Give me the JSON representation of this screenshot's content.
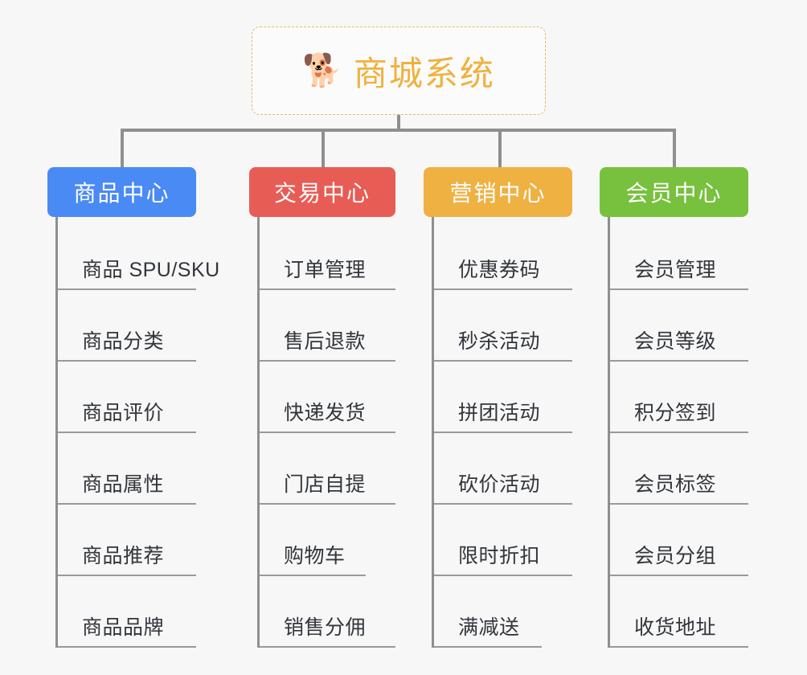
{
  "diagram": {
    "type": "mind-map",
    "background_color": "#f7f7f7",
    "root": {
      "icon": "shiba-dog-face-emoji",
      "icon_glyph": "🐕",
      "title": "商城系统",
      "border_color": "#e8b964",
      "text_color": "#efb13e",
      "border_style": "dashed"
    },
    "branches": [
      {
        "id": "product-center",
        "label": "商品中心",
        "color": "#4a8af4",
        "items": [
          {
            "label": "商品 SPU/SKU",
            "short": false
          },
          {
            "label": "商品分类",
            "short": false
          },
          {
            "label": "商品评价",
            "short": false
          },
          {
            "label": "商品属性",
            "short": false
          },
          {
            "label": "商品推荐",
            "short": false
          },
          {
            "label": "商品品牌",
            "short": false
          }
        ]
      },
      {
        "id": "trade-center",
        "label": "交易中心",
        "color": "#e85c56",
        "items": [
          {
            "label": "订单管理",
            "short": false
          },
          {
            "label": "售后退款",
            "short": false
          },
          {
            "label": "快递发货",
            "short": false
          },
          {
            "label": "门店自提",
            "short": false
          },
          {
            "label": "购物车",
            "short": true
          },
          {
            "label": "销售分佣",
            "short": false
          }
        ]
      },
      {
        "id": "marketing-center",
        "label": "营销中心",
        "color": "#eeb142",
        "items": [
          {
            "label": "优惠券码",
            "short": false
          },
          {
            "label": "秒杀活动",
            "short": false
          },
          {
            "label": "拼团活动",
            "short": false
          },
          {
            "label": "砍价活动",
            "short": false
          },
          {
            "label": "限时折扣",
            "short": false
          },
          {
            "label": "满减送",
            "short": true
          }
        ]
      },
      {
        "id": "member-center",
        "label": "会员中心",
        "color": "#77c13e",
        "items": [
          {
            "label": "会员管理",
            "short": false
          },
          {
            "label": "会员等级",
            "short": false
          },
          {
            "label": "积分签到",
            "short": false
          },
          {
            "label": "会员标签",
            "short": false
          },
          {
            "label": "会员分组",
            "short": false
          },
          {
            "label": "收货地址",
            "short": false
          }
        ]
      }
    ],
    "connector_color": "#8f8f8f"
  }
}
